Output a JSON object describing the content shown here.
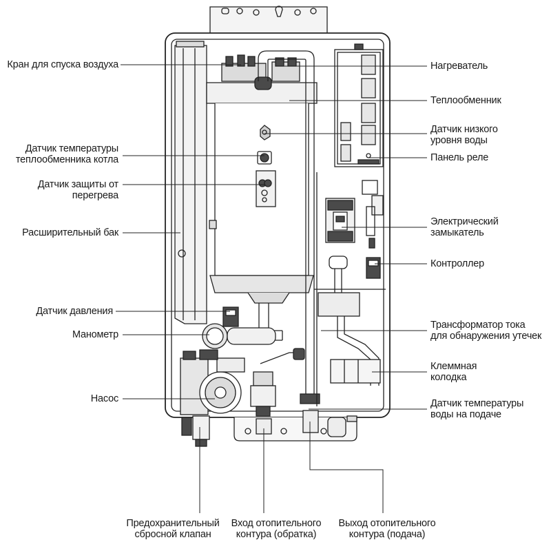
{
  "labels": {
    "air_vent": [
      "Кран для спуска воздуха"
    ],
    "hx_temp_sensor": [
      "Датчик температуры",
      "теплообменника котла"
    ],
    "overheat_sensor": [
      "Датчик защиты от",
      "перегрева"
    ],
    "expansion_tank": [
      "Расширительный бак"
    ],
    "pressure_sensor": [
      "Датчик давления"
    ],
    "manometer": [
      "Манометр"
    ],
    "pump": [
      "Насос"
    ],
    "heater": [
      "Нагреватель"
    ],
    "heat_exchanger": [
      "Теплообменник"
    ],
    "low_water_sensor": [
      "Датчик низкого",
      "уровня воды"
    ],
    "relay_panel": [
      "Панель реле"
    ],
    "contactor": [
      "Электрический",
      "замыкатель"
    ],
    "controller": [
      "Контроллер"
    ],
    "current_transformer": [
      "Трансформатор тока",
      "для обнаружения утечек"
    ],
    "terminal_block": [
      "Клеммная",
      "колодка"
    ],
    "supply_temp_sensor": [
      "Датчик температуры",
      "воды на подаче"
    ],
    "safety_valve": [
      "Предохранительный",
      "сбросной клапан"
    ],
    "return_inlet": [
      "Вход отопительного",
      "контура (обратка)"
    ],
    "supply_outlet": [
      "Выход отопительного",
      "контура (подача)"
    ]
  },
  "colors": {
    "line": "#222222",
    "fill_light": "#ededed",
    "fill_mid": "#cfcfcf",
    "fill_dark": "#4a4a4a"
  }
}
